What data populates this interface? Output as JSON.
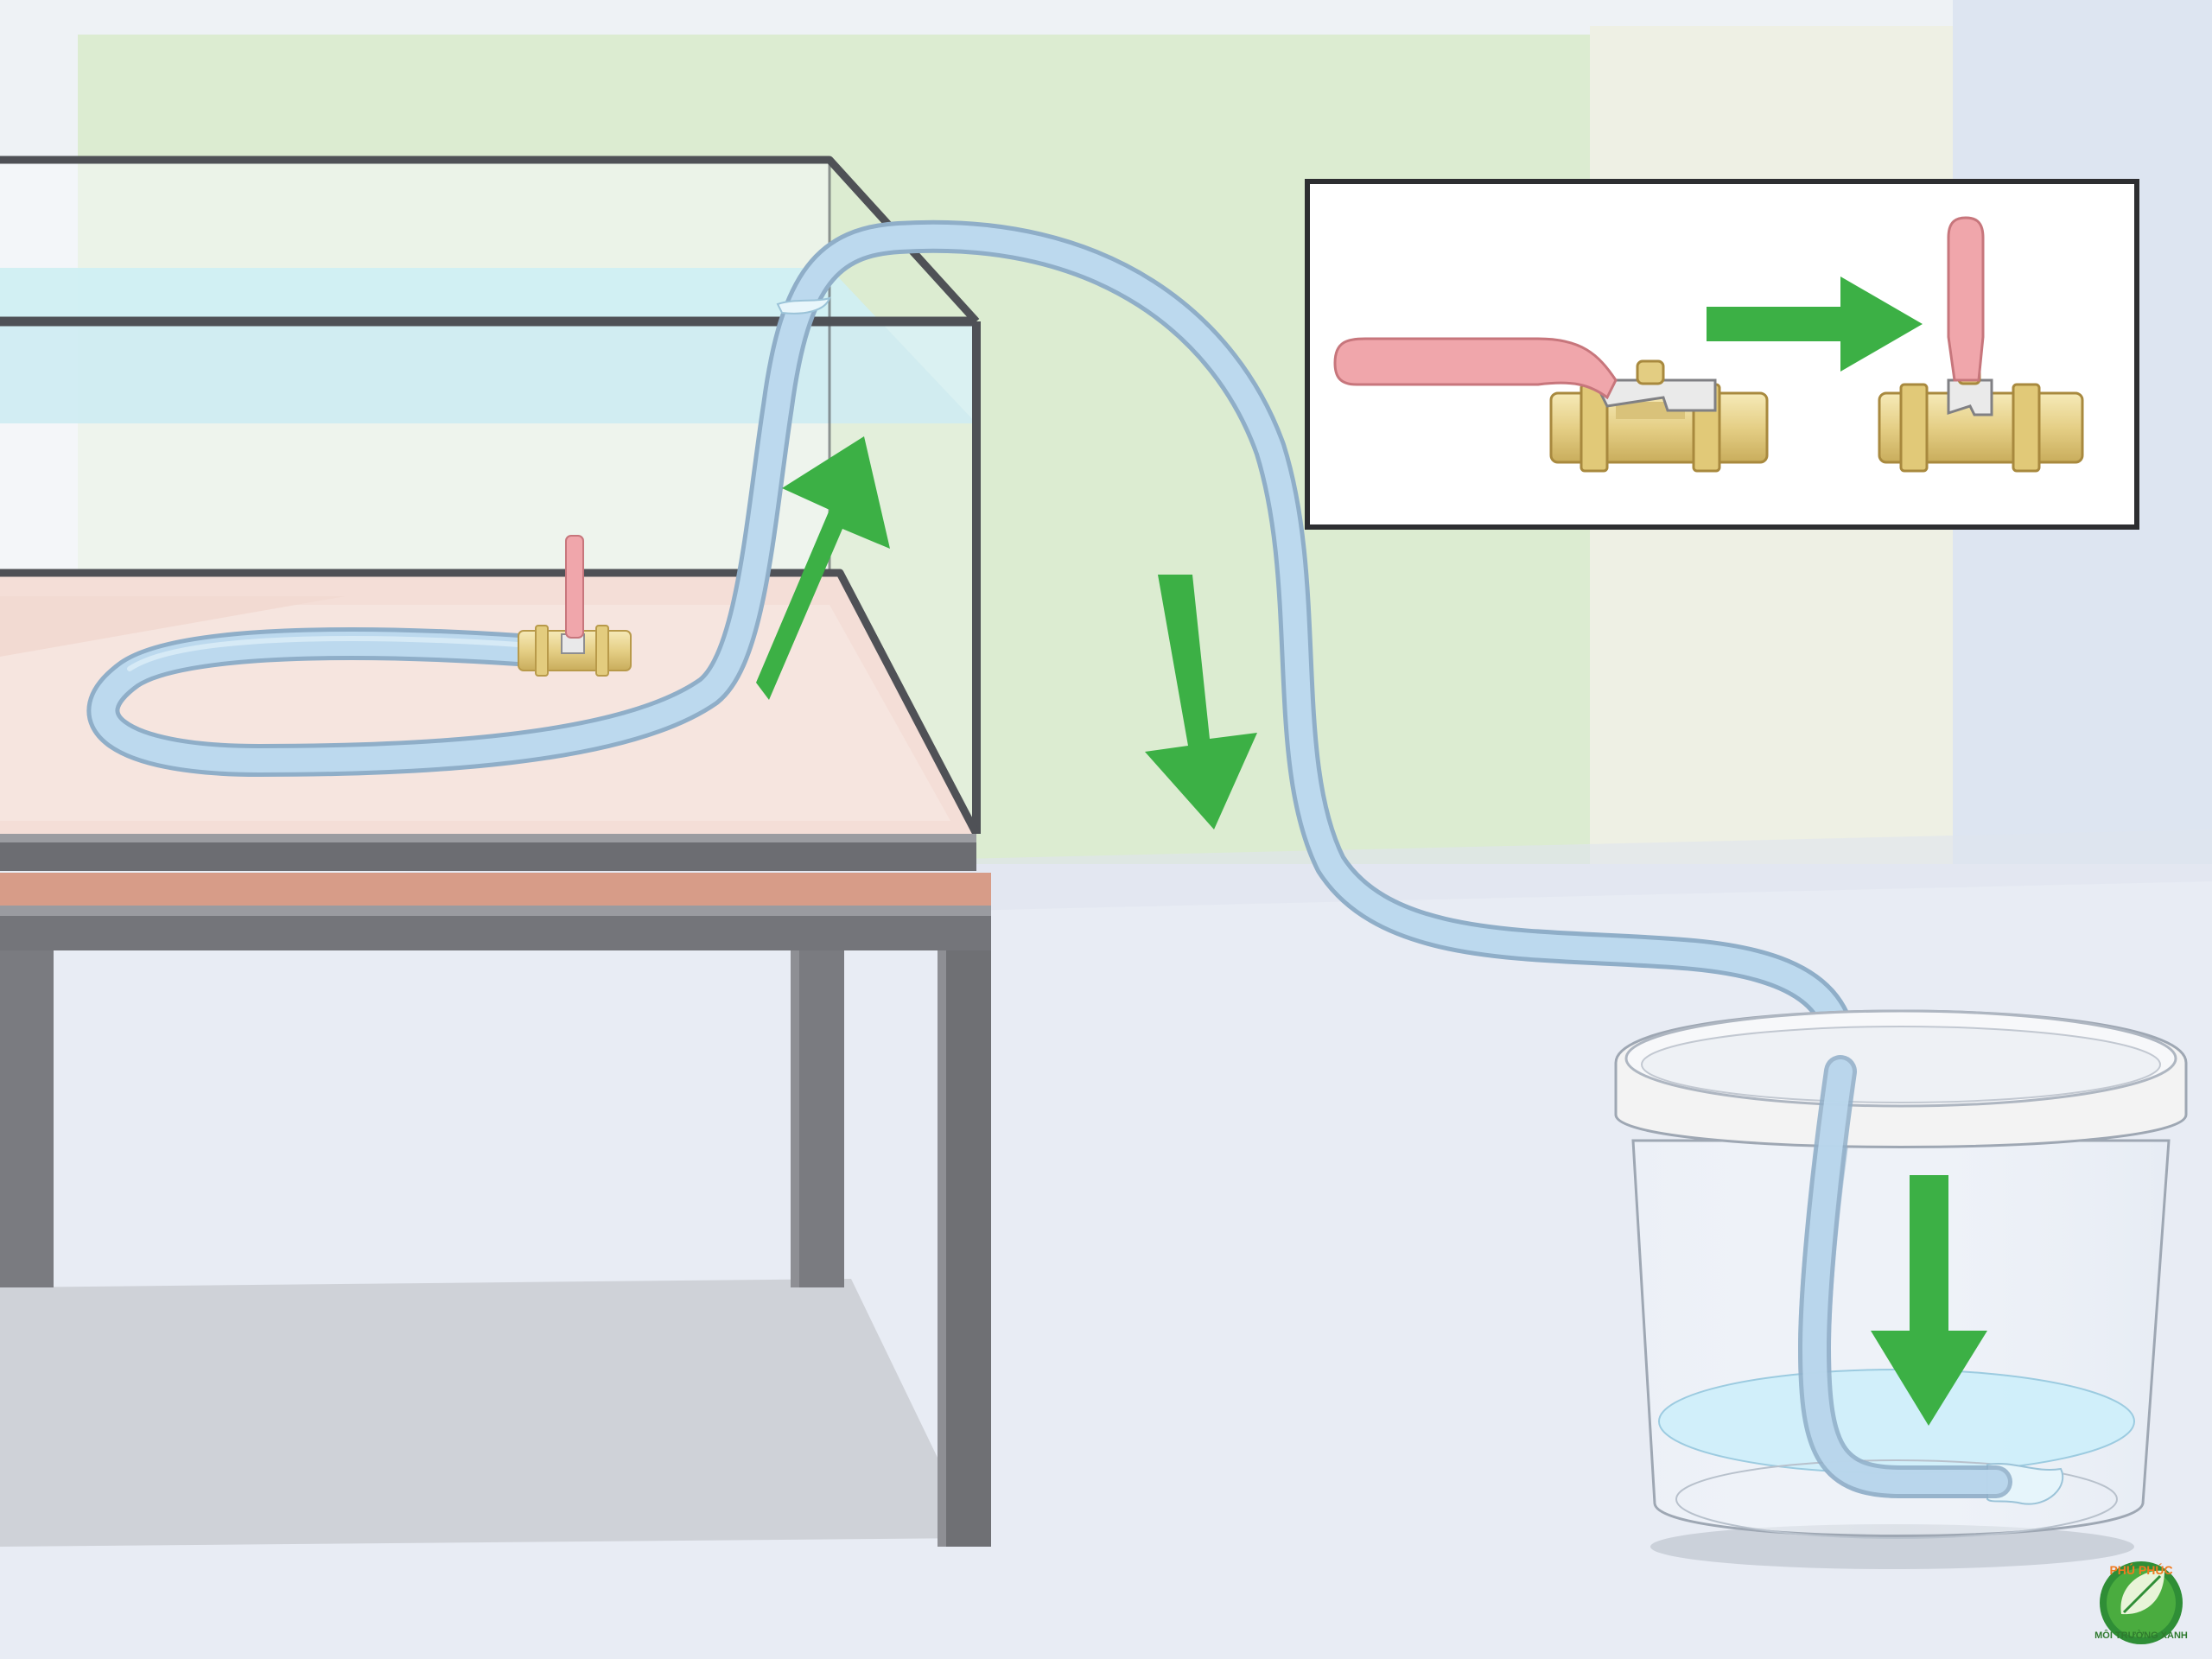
{
  "scene": {
    "name": "aquarium-siphon-illustration",
    "colors": {
      "wall_green": "#dcecd2",
      "wall_blue": "#dfe7f2",
      "floor": "#e8edf5",
      "water": "#cdeff3",
      "tank_frame": "#55575c",
      "table_top": "#f0cfc3",
      "table_metal": "#6f7074",
      "hose": "#b9d8ee",
      "arrow": "#3cb045",
      "valve_brass": "#e9d693",
      "valve_handle": "#f0a6ab",
      "bucket_rim": "#f3f3f3",
      "logo_green": "#3a9a3c",
      "logo_orange": "#f07a20"
    },
    "icons": [
      "aquarium-tank-icon",
      "siphon-hose-icon",
      "ball-valve-icon",
      "bucket-icon",
      "flow-arrow-icon"
    ]
  },
  "inset": {
    "caption": "",
    "states": [
      "valve-closed",
      "valve-open"
    ]
  },
  "logo": {
    "top_text": "PHÚ PHÚC",
    "bottom_text": "MÔI TRƯỜNG XANH"
  }
}
